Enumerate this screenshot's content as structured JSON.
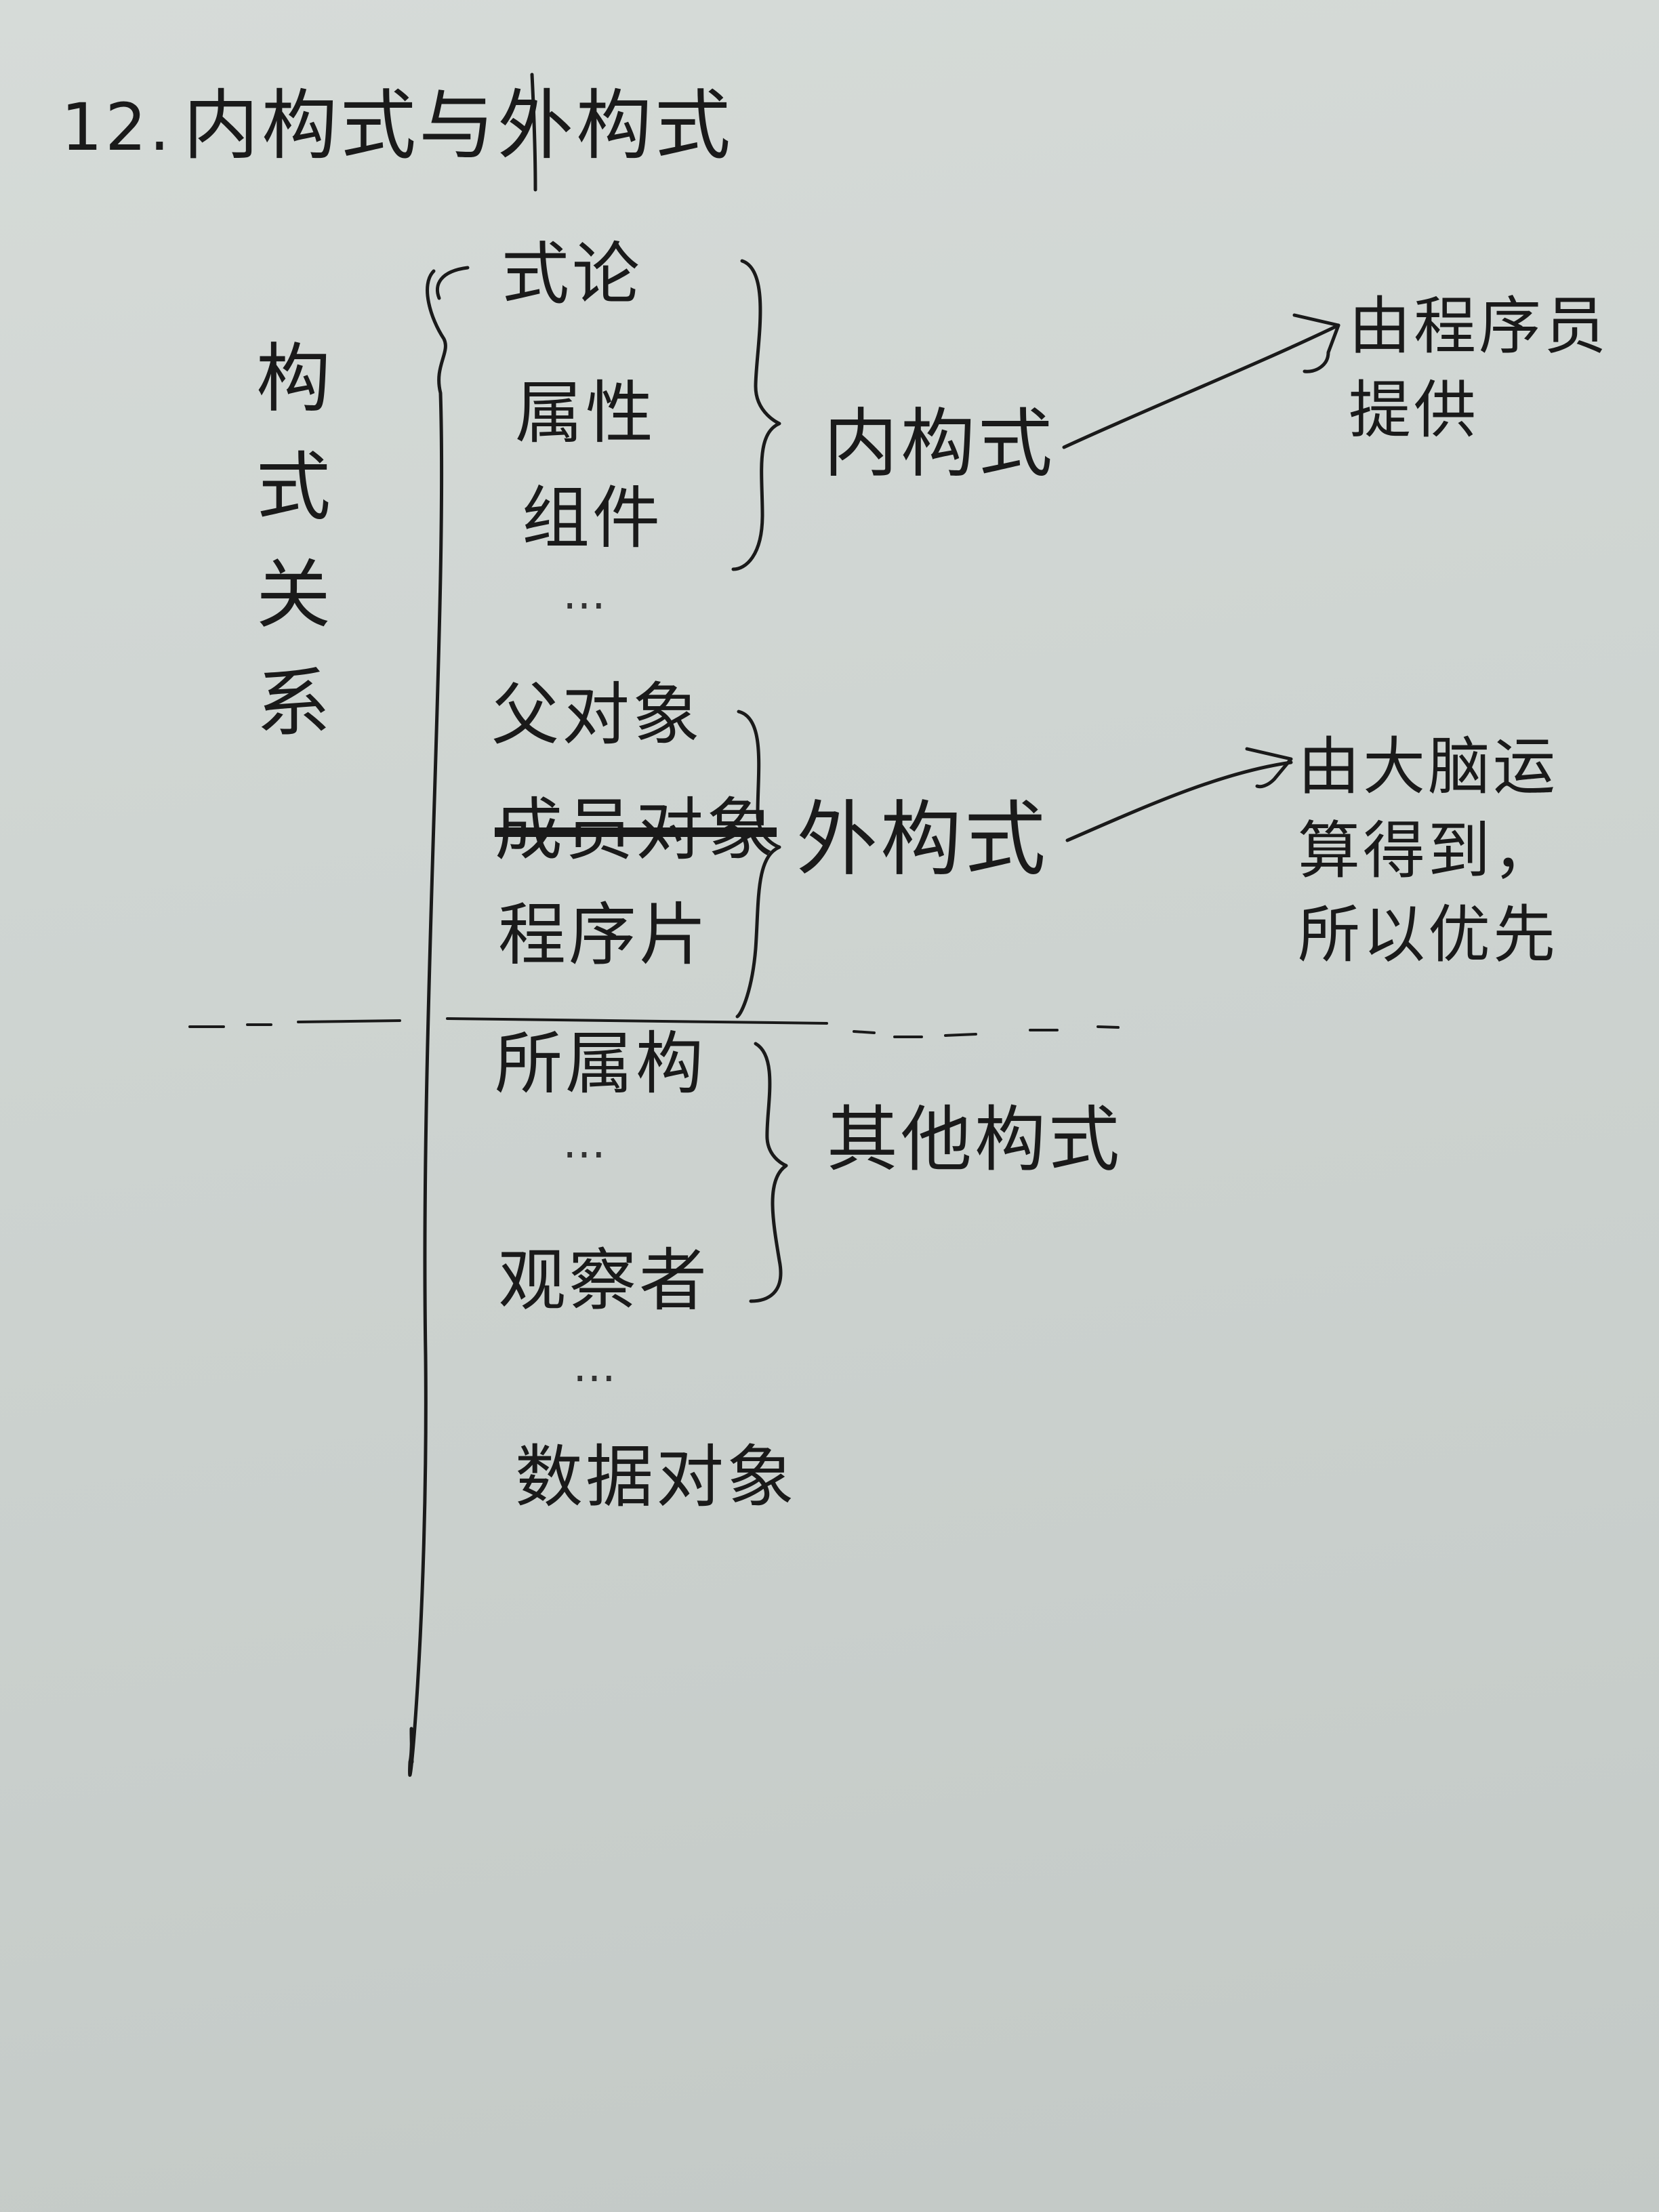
{
  "title": {
    "number": "12.",
    "text": "内构式与外构式"
  },
  "concept": "构式关系",
  "items": [
    "式论",
    "属性",
    "组件",
    "…",
    "父对象",
    "成员对象",
    "程序片",
    "所属构",
    "…",
    "观察者",
    "…",
    "数据对象"
  ],
  "groups": [
    {
      "label": "内构式",
      "note": "由程序员提供"
    },
    {
      "label": "外构式",
      "note": "由大脑运算得到，所以优先"
    },
    {
      "label": "其他构式"
    }
  ]
}
